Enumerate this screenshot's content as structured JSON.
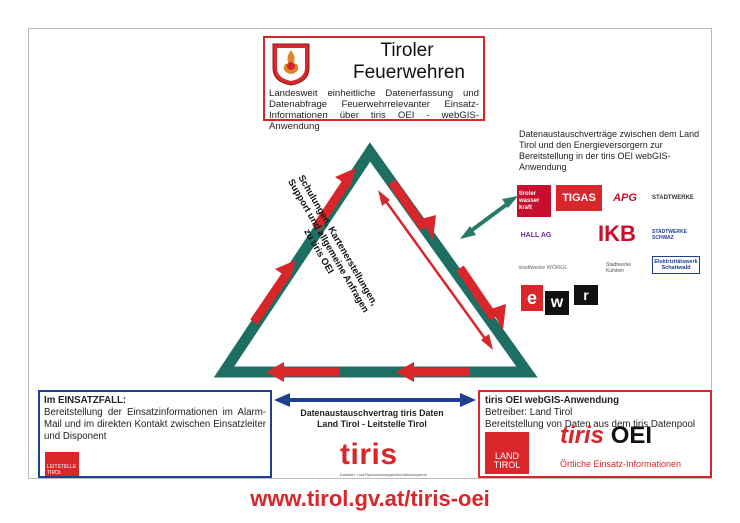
{
  "colors": {
    "accent_red": "#d8262b",
    "triangle_green": "#1e6e63",
    "arrow_blue": "#1f3f8f",
    "teal_arrow": "#2a7a6b"
  },
  "top": {
    "title_line1": "Tiroler",
    "title_line2": "Feuerwehren",
    "desc": "Landesweit einheitliche Datenerfassung und Datenabfrage Feuerwehrrelevanter Einsatz-Informationen über tiris OEI - webGIS-Anwendung",
    "crest_icon": "fire-brigade-crest-icon"
  },
  "energy": {
    "text": "Datenaustauschverträge zwischen dem Land Tirol und den Energieversorgern zur Bereitstellung in der tiris OEI webGIS-Anwendung",
    "logos": [
      "tiroler wasser kraft",
      "TIGAS",
      "APG",
      "STADTWERKE",
      "HALL AG",
      "IKB",
      "STADTWERKE SCHWAZ",
      "stadtwerke WÖRGL",
      "Stadtwerke Kufstein",
      "Elektrizitätswerk Schattwald",
      "e",
      "w",
      "r"
    ]
  },
  "diagonal": {
    "text_line1": "Schulungen, Kartenerstellungen,",
    "text_line2": "Support und allgemeine Anfragen",
    "text_line3": "zu tiris OEI"
  },
  "left": {
    "title": "Im EINSATZFALL:",
    "desc": "Bereitstellung der Einsatzinformationen im Alarm-Mail und im direkten Kontakt zwischen Einsatzleiter und Disponent",
    "badge": "LEITSTELLE TIROL"
  },
  "contract": {
    "line1": "Datenaustauschvertrag tiris Daten",
    "line2": "Land Tirol - Leitstelle Tirol"
  },
  "center_logo": {
    "text": "tiris",
    "sub": "Kataster- und Raumordnungsinformationssystem"
  },
  "right": {
    "title": "tiris OEI webGIS-Anwendung",
    "line1": "Betreiber: Land Tirol",
    "line2": "Bereitstellung von Daten aus dem tiris Datenpool",
    "land_tirol": "LAND TIROL",
    "logo_tiris": "tiris",
    "logo_oei": "OEI",
    "logo_sub": "Örtliche Einsatz-Informationen"
  },
  "footer": {
    "url": "www.tirol.gv.at/tiris-oei"
  }
}
